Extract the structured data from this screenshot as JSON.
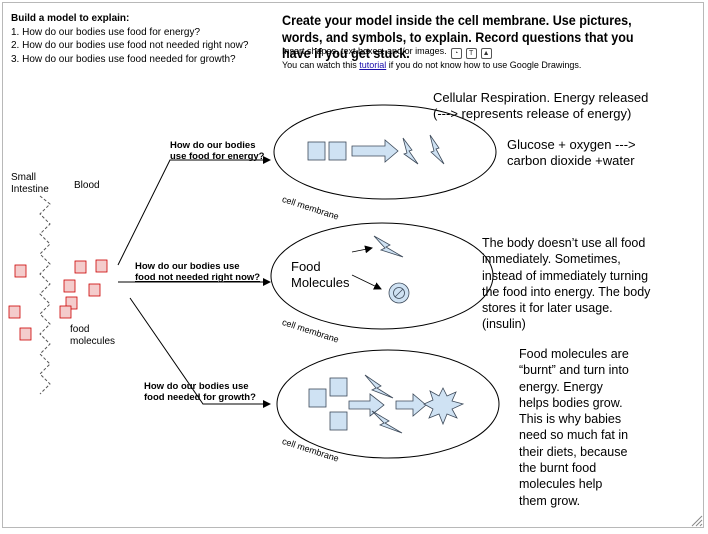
{
  "header": {
    "intro_title": "Build a model to explain:",
    "questions": [
      "1. How do our bodies use food for energy?",
      "2. How do our bodies use food not needed right now?",
      "3. How do our bodies use food needed for growth?"
    ],
    "task_text": "Create your model inside the cell membrane. Use pictures, words, and symbols, to explain. Record questions that you have if you get stuck.",
    "insert_text": "Insert shapes, text boxes, and/or images.",
    "watch_before": "You can watch this ",
    "tutorial_link": "tutorial",
    "watch_after": " if you do not know how to use Google Drawings."
  },
  "left": {
    "small_intestine": [
      "Small",
      "Intestine"
    ],
    "blood": "Blood",
    "food_molecules": [
      "food",
      "molecules"
    ]
  },
  "branches": {
    "energy_q": [
      "How do our bodies",
      "use food for energy?"
    ],
    "storage_q": [
      "How do our bodies use",
      "food not needed right now?"
    ],
    "growth_q": [
      "How do our bodies use",
      "food needed for growth?"
    ]
  },
  "cells": {
    "membrane_label": "cell membrane",
    "energy_title": [
      "Cellular Respiration. Energy released",
      "(---> represents release of energy)"
    ],
    "energy_equation": [
      "Glucose + oxygen --->",
      "carbon dioxide +water"
    ],
    "storage_inside": [
      "Food",
      "Molecules"
    ],
    "storage_text": [
      "The body doesn’t use all food",
      "immediately. Sometimes,",
      "instead of immediately turning",
      "the food into energy. The body",
      "stores it for later usage.",
      "(insulin)"
    ],
    "growth_text": [
      "Food molecules are",
      "“burnt” and turn into",
      "energy. Energy",
      "helps bodies grow.",
      "This is why babies",
      "need so much fat in",
      "their diets, because",
      "the burnt food",
      "molecules help",
      "them grow."
    ]
  },
  "colors": {
    "shape_fill": "#cfe2f3",
    "shape_stroke": "#3d4a5a",
    "food_fill": "#f4cccc",
    "food_stroke": "#cc0000",
    "link": "#1a0dab"
  }
}
